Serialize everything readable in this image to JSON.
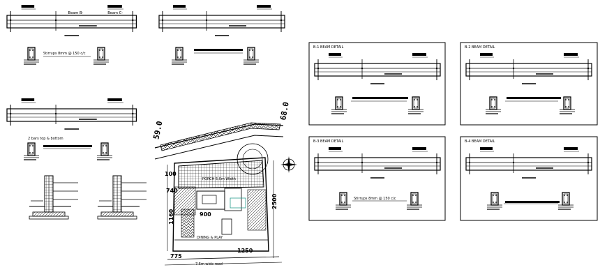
{
  "sheet": {
    "beam_tag": "Beam B-",
    "beam_tag_b": "Beam C-",
    "reinf_note": "2 bars top & bottom",
    "section_note": "Stirrups 8mm @ 150 c/c",
    "panel_titles": [
      "B-1  BEAM DETAIL",
      "B-2  BEAM DETAIL",
      "B-3  BEAM DETAIL",
      "B-4  BEAM DETAIL"
    ],
    "plan": {
      "dim_top_left": "59.0",
      "dim_top_right": "68.0",
      "dim_left_1": "100",
      "dim_left_2": "740",
      "dim_left_3": "1160",
      "dim_bottom_1": "1250",
      "dim_bottom_2": "775",
      "dim_inner": "900",
      "dim_right": "2500",
      "room_label": "PORCH 5.0m Width",
      "room_label_2": "DINING & PLAY",
      "road_label": "7.5m wide road"
    }
  }
}
